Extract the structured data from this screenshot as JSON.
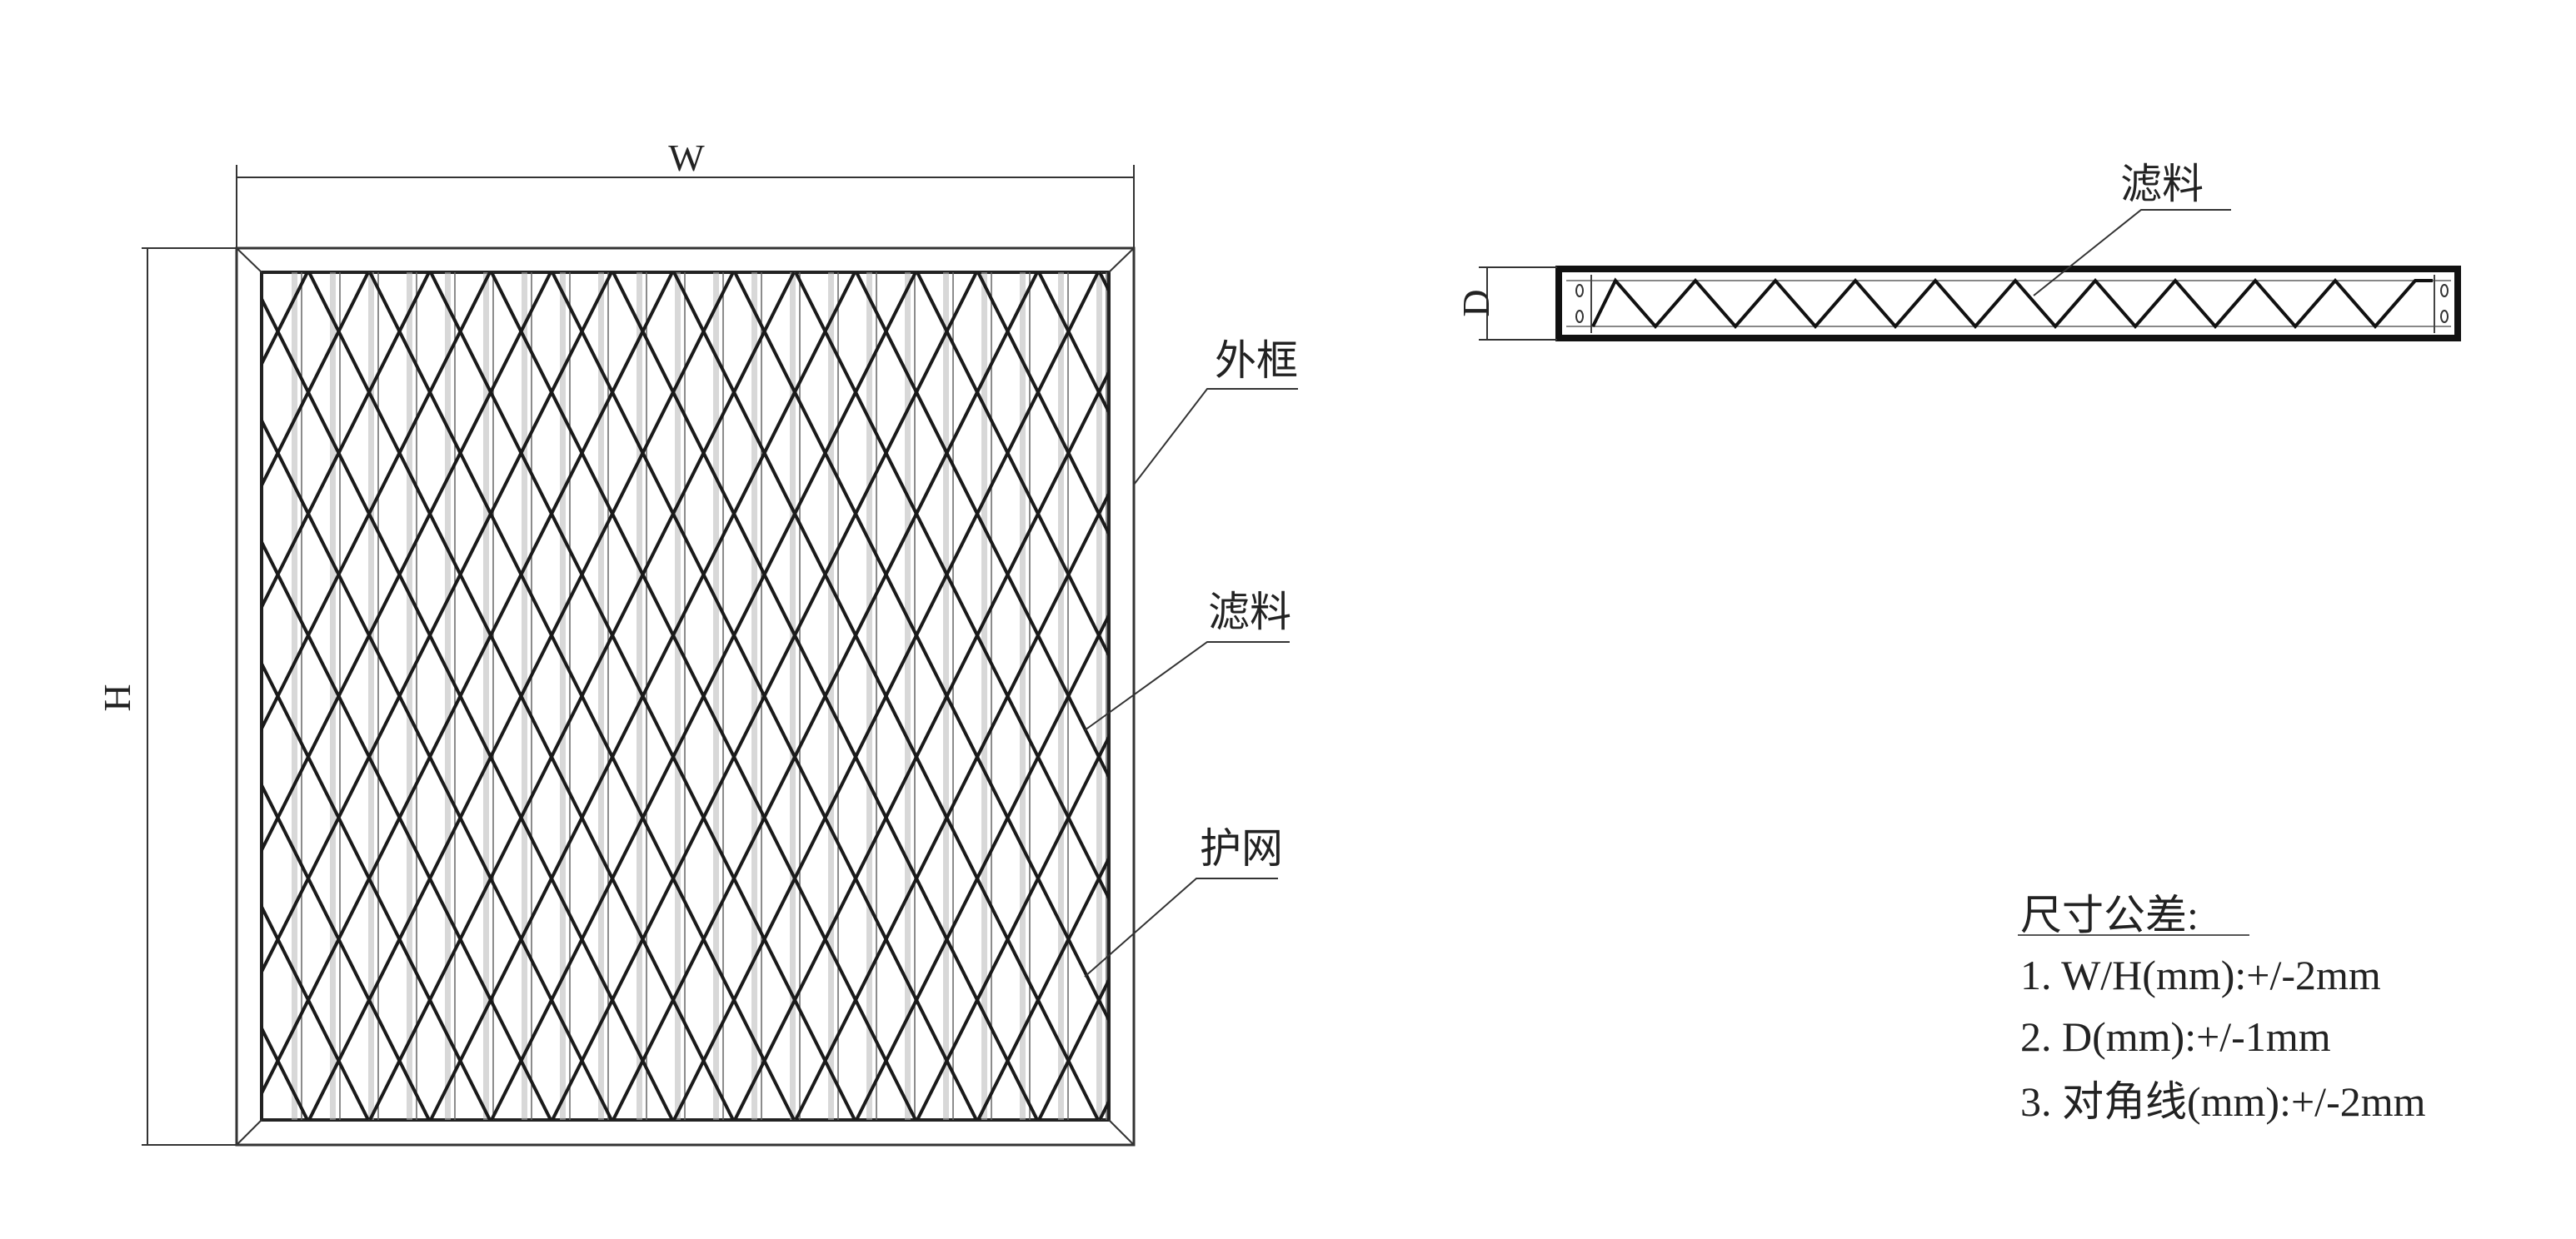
{
  "front_view": {
    "width_label": "W",
    "height_label": "H",
    "callouts": {
      "frame": "外框",
      "filter_media": "滤料",
      "guard_mesh": "护网"
    }
  },
  "side_view": {
    "depth_label": "D",
    "callout_filter_media": "滤料",
    "pleat_peaks": 11
  },
  "tolerance": {
    "title": "尺寸公差:",
    "items": [
      "1. W/H(mm):+/-2mm",
      "2. D(mm):+/-1mm",
      "3. 对角线(mm):+/-2mm"
    ]
  },
  "colors": {
    "line": "#1a1a1a",
    "pleat": "#b8b8b8"
  }
}
